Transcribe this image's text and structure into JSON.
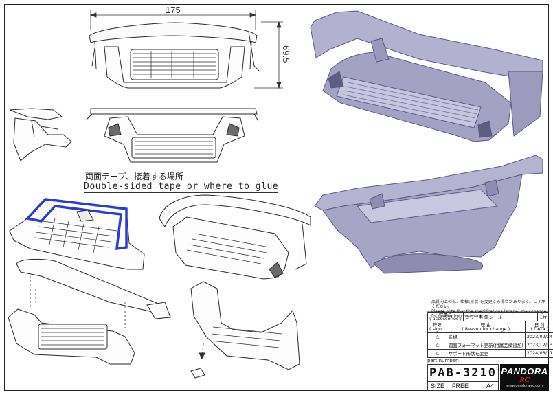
{
  "dimensions": {
    "width_label": "175",
    "height_label": "69.5"
  },
  "glue_note": {
    "jp": "両面テープ、接着する場所",
    "en": "Double-sided tape or where to glue"
  },
  "colors": {
    "highlight": "#2a3bd6",
    "render_fill": "#a9a8c8",
    "render_shade": "#7d7ca4",
    "line": "#2a2a2a"
  },
  "title_block": {
    "disclaimer_jp": "品質向上の為、仕様(形状)を変更する場合があります。ご了承ください。",
    "disclaimer_en": "Please note that the specifications (shape) may change for quality improvement.",
    "accessories": {
      "label_jp": "付属品",
      "label_en": "( accessories )",
      "item": "ミラー用 銅シール",
      "qty": "1枚"
    },
    "headers": {
      "sign_jp": "符号",
      "sign_en": "( sign )",
      "reason_jp": "理 由",
      "reason_en": "( Reason for change )",
      "date_jp": "日 付",
      "date_en": "( DATA )"
    },
    "revisions": [
      {
        "reason": "新規",
        "date": "2023/02/24"
      },
      {
        "reason": "図面フォーマット更新(付属品欄追加)",
        "date": "2023/12/13"
      },
      {
        "reason": "サポート形状を変更",
        "date": "2024/08/21"
      }
    ],
    "part_number_label": "part number:",
    "part_number": "PAB-3210",
    "size_label": "SIZE :",
    "size_value": "FREE",
    "paper": "A4"
  },
  "logo": {
    "name": "PANDORA",
    "sub": "RC",
    "url": "www.pandora-rc.com"
  }
}
